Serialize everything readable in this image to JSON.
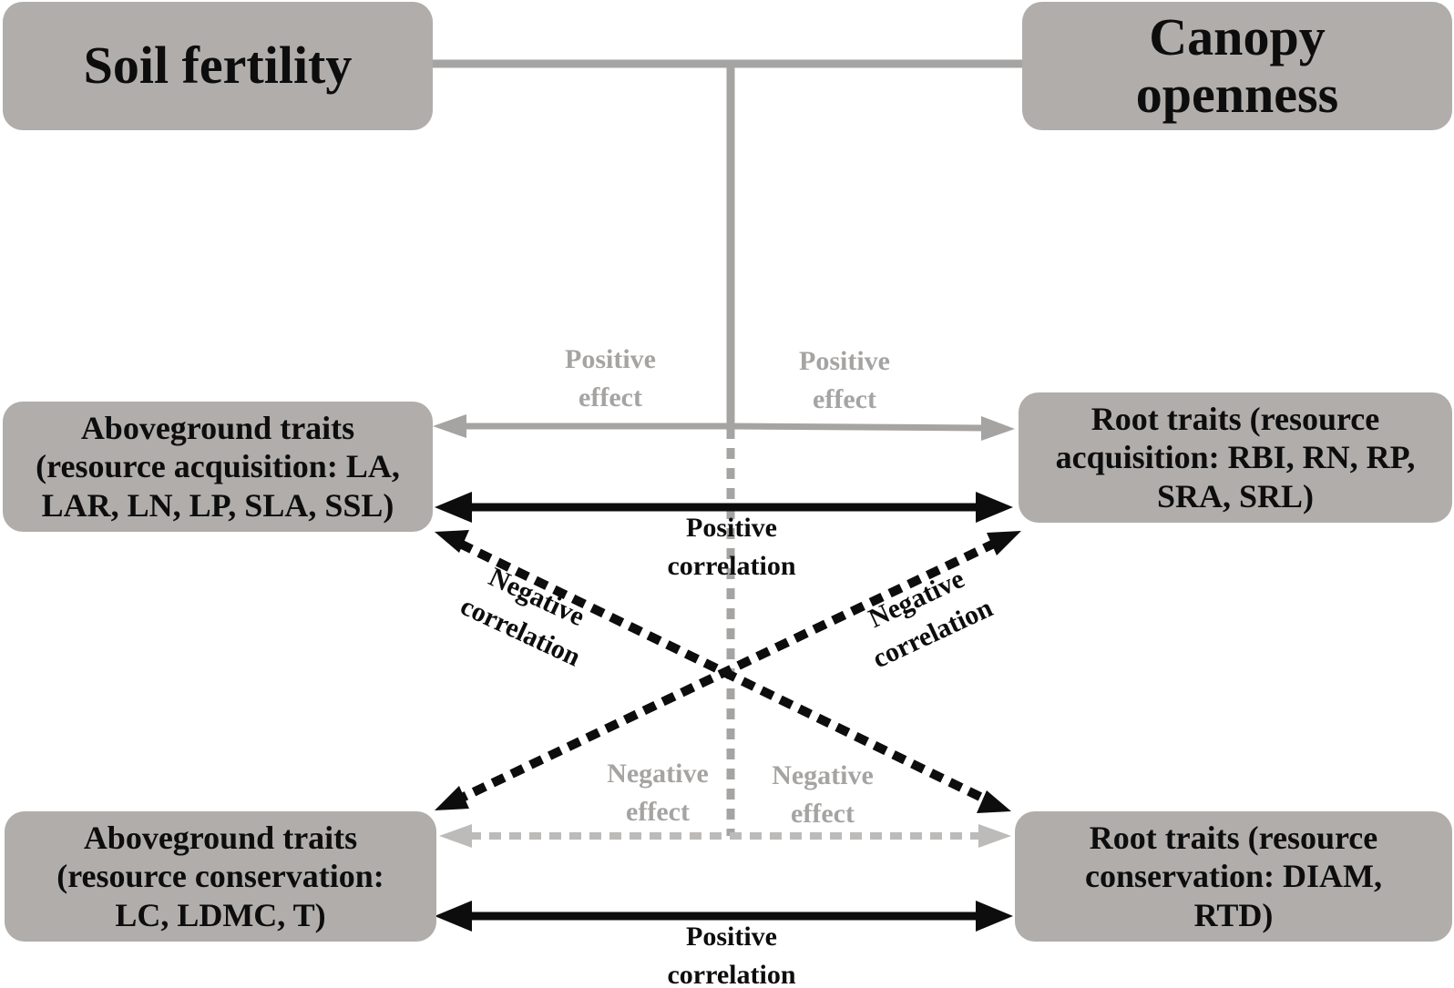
{
  "colors": {
    "box_fill": "#b0adab",
    "effect": "#a6a4a2",
    "correlation": "#0d0d0d",
    "text": "#0d0d0d"
  },
  "boxes": {
    "soil_fertility": "Soil fertility",
    "canopy_openness": "Canopy\nopenness",
    "above_acquisition": "Aboveground traits\n(resource acquisition: LA,\nLAR, LN, LP, SLA, SSL)",
    "root_acquisition": "Root traits (resource\nacquisition: RBI, RN, RP,\nSRA, SRL)",
    "above_conservation": "Aboveground traits\n(resource conservation:\nLC, LDMC, T)",
    "root_conservation": "Root traits (resource\nconservation: DIAM,\nRTD)"
  },
  "labels": {
    "positive_effect_left": "Positive\neffect",
    "positive_effect_right": "Positive\neffect",
    "positive_correlation_top": "Positive\ncorrelation",
    "negative_correlation_left": "Negative\ncorrelation",
    "negative_correlation_right": "Negative\ncorrelation",
    "negative_effect_left": "Negative\neffect",
    "negative_effect_right": "Negative\neffect",
    "positive_correlation_bottom": "Positive\ncorrelation"
  }
}
